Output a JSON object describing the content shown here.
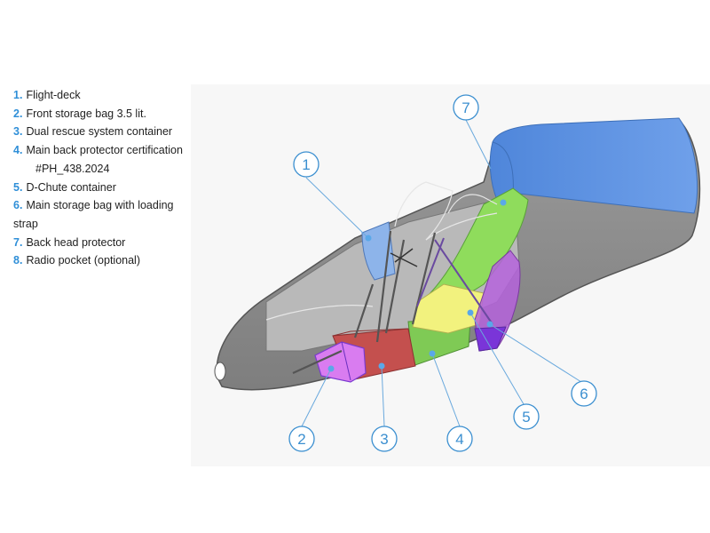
{
  "legend": [
    {
      "num": "1.",
      "text": "Flight-deck"
    },
    {
      "num": "2.",
      "text": "Front storage bag 3.5 lit."
    },
    {
      "num": "3.",
      "text": "Dual rescue system container"
    },
    {
      "num": "4.",
      "text": "Main back protector certification",
      "cont": "#PH_438.2024"
    },
    {
      "num": "5.",
      "text": "D-Chute container"
    },
    {
      "num": "6.",
      "text": "Main storage bag with loading",
      "cont": "strap"
    },
    {
      "num": "7.",
      "text": "Back head protector"
    },
    {
      "num": "8.",
      "text": "Radio pocket (optional)"
    }
  ],
  "callouts": [
    "1",
    "2",
    "3",
    "4",
    "5",
    "6",
    "7"
  ],
  "colors": {
    "accent": "#3b8fd0",
    "shell": "#8f8f8f",
    "shell_dark": "#6e6e6e",
    "flight_deck": "#8ab2ea",
    "front_bag": "#c77ae8",
    "rescue": "#c0504d",
    "back_protector": "#88d85a",
    "dchute": "#f0f07a",
    "storage": "#a84fd8",
    "head": "#5b8fe0"
  }
}
